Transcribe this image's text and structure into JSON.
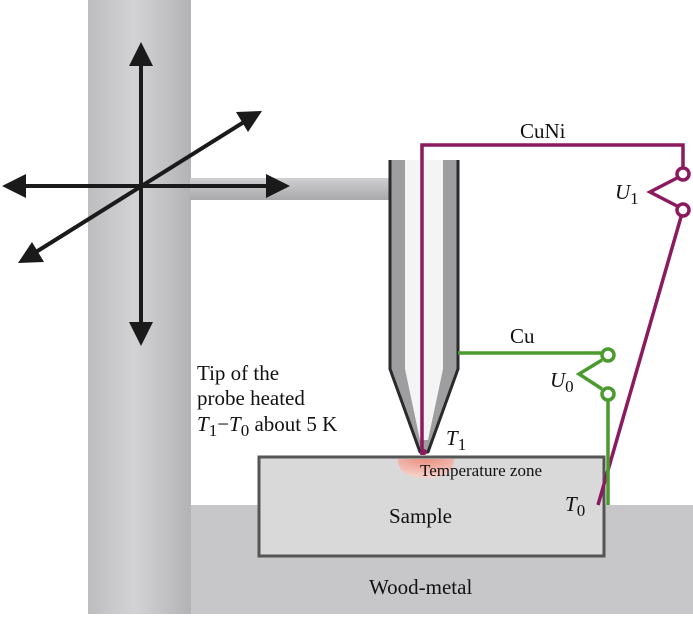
{
  "labels": {
    "cuni": "CuNi",
    "u1_main": "U",
    "u1_sub": "1",
    "cu": "Cu",
    "u0_main": "U",
    "u0_sub": "0",
    "tip_line1": "Tip of the",
    "tip_line2": "probe heated",
    "tip_t1_main": "T",
    "tip_t1_sub": "1",
    "tip_minus": "−",
    "tip_t0_main": "T",
    "tip_t0_sub": "0",
    "tip_rest": " about 5 K",
    "t1_main": "T",
    "t1_sub": "1",
    "temperature_zone": "Temperature zone",
    "t0_main": "T",
    "t0_sub": "0",
    "sample": "Sample",
    "wood_metal": "Wood-metal"
  },
  "colors": {
    "cuni_wire": "#8b1a5e",
    "cu_wire": "#4a9a2e",
    "post": "#c9c9cb",
    "arm": "#b9b9bb",
    "probe": "#9e9ea0",
    "probe_outline": "#2a2a2a",
    "sample": "#d9d9da",
    "sample_outline": "#555555",
    "base": "#c7c7c9",
    "heat_zone": "#f2b5aa",
    "arrows": "#1a1a1a"
  }
}
